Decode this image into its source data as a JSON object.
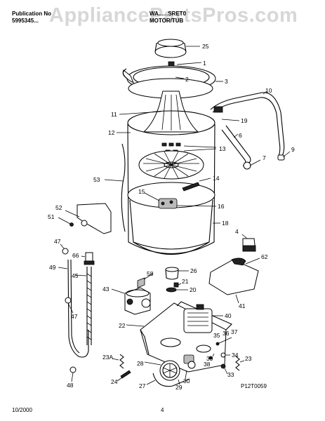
{
  "header": {
    "publication_label": "Publication No",
    "publication_number": "5995345...",
    "model_fragment": "WA...",
    "model_suffix": "...SRET0",
    "section_title": "MOTOR/TUB",
    "watermark": "AppliancePartsPros.com"
  },
  "diagram_code": "P12T0059",
  "footer": {
    "date": "10/2000",
    "page": "4"
  },
  "callouts": {
    "c1": "1",
    "c2": "2",
    "c3": "3",
    "c4": "4",
    "c6": "6",
    "c7": "7",
    "c9": "9",
    "c10": "10",
    "c11": "11",
    "c12": "12",
    "c13": "13",
    "c14": "14",
    "c15": "15",
    "c16": "16",
    "c18": "18",
    "c19": "19",
    "c20": "20",
    "c21": "21",
    "c22": "22",
    "c23": "23",
    "c23a": "23A",
    "c24": "24",
    "c25": "25",
    "c26": "26",
    "c27": "27",
    "c28": "28",
    "c29": "29",
    "c30": "30",
    "c33": "33",
    "c34": "34",
    "c35": "35",
    "c36": "36",
    "c37": "37",
    "c38": "38",
    "c39": "39",
    "c40": "40",
    "c41": "41",
    "c43": "43",
    "c45": "45",
    "c47a": "47",
    "c47b": "47",
    "c48": "48",
    "c49": "49",
    "c51": "51",
    "c52": "52",
    "c53": "53",
    "c58": "58",
    "c62": "62",
    "c66": "66"
  }
}
